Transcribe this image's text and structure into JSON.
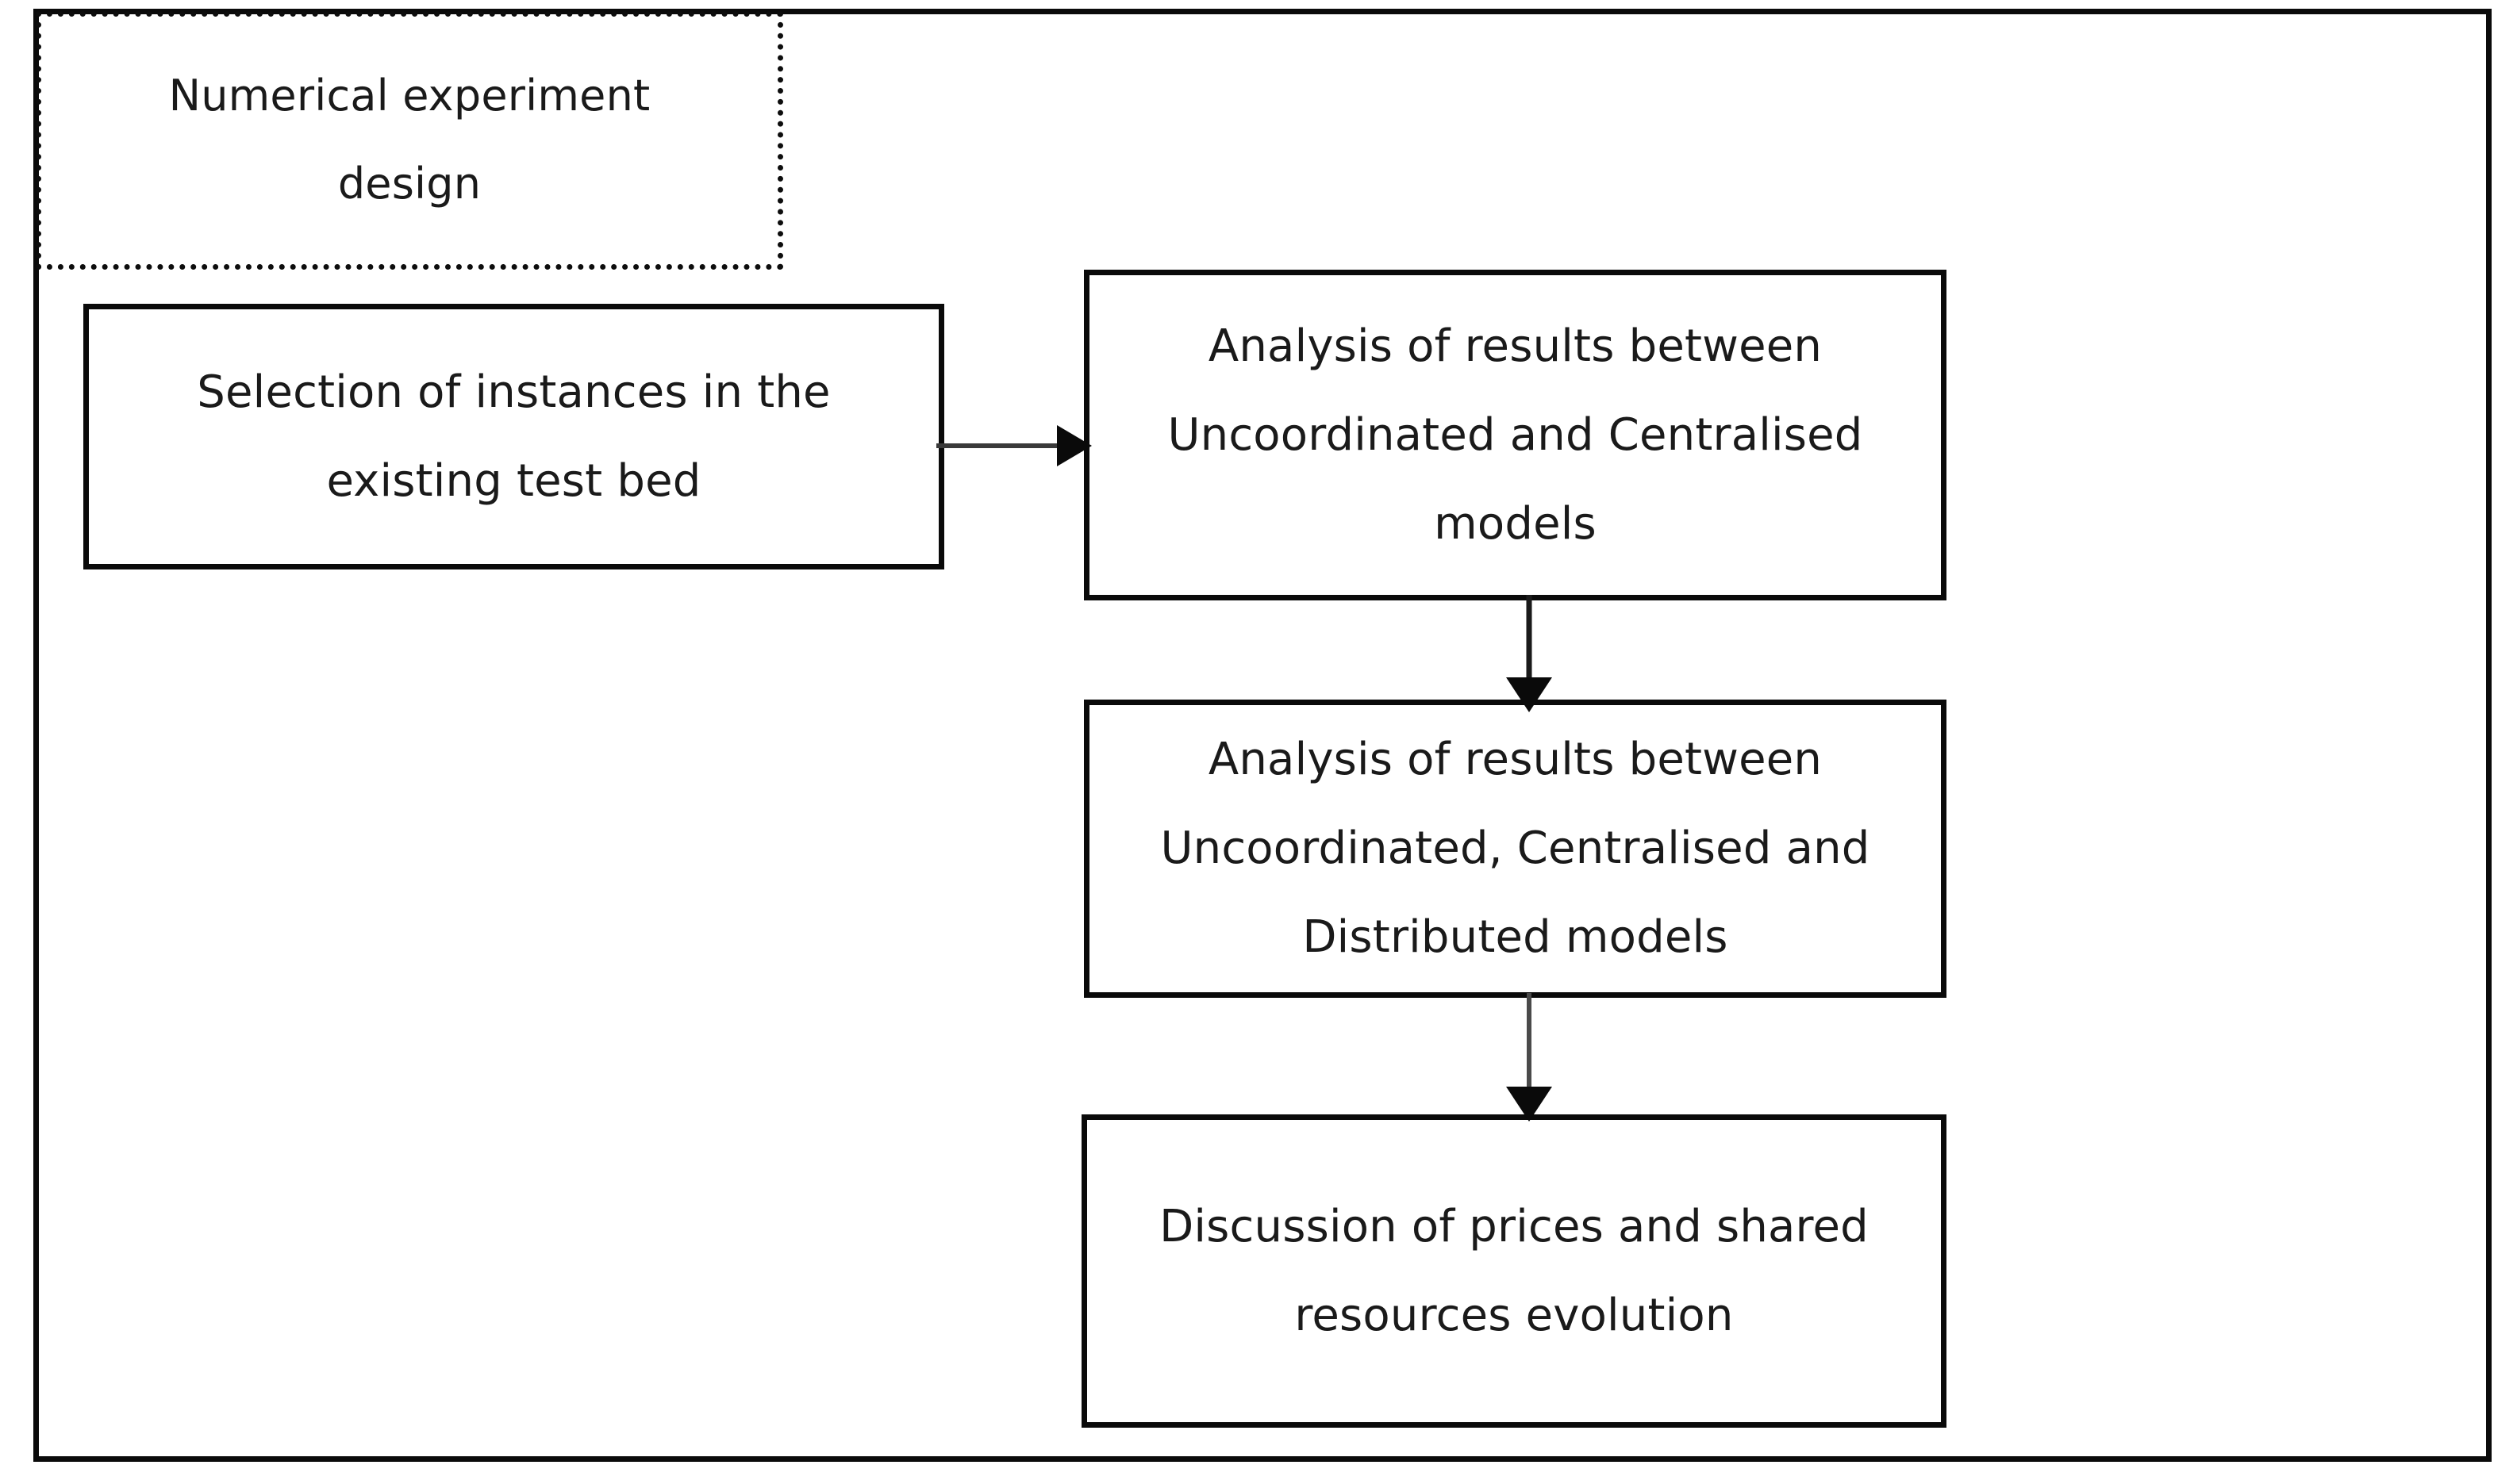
{
  "diagram": {
    "type": "flowchart",
    "title": "Numerical experiment design",
    "annotation": {
      "id": "numerical-experiment-design",
      "style": "dotted-outline",
      "line1": "Numerical experiment",
      "line2": "design"
    },
    "nodes": [
      {
        "id": "selection-of-instances",
        "style": "solid-rectangle",
        "line1": "Selection of instances in the",
        "line2": "existing test bed"
      },
      {
        "id": "analysis-uncoordinated-centralised",
        "style": "solid-rectangle",
        "line1": "Analysis of results between",
        "line2": "Uncoordinated and Centralised",
        "line3": "models"
      },
      {
        "id": "analysis-uncoordinated-centralised-distributed",
        "style": "solid-rectangle",
        "line1": "Analysis of results between",
        "line2": "Uncoordinated, Centralised and",
        "line3": "Distributed models"
      },
      {
        "id": "discussion-prices-shared-resources",
        "style": "solid-rectangle",
        "line1": "Discussion of prices and shared",
        "line2": "resources evolution"
      }
    ],
    "edges": [
      {
        "id": "selection-to-analysis-2",
        "from": "selection-of-instances",
        "to": "analysis-uncoordinated-centralised",
        "direction": "right",
        "arrowhead": "filled-triangle",
        "label": ""
      },
      {
        "id": "analysis-2-to-analysis-3",
        "from": "analysis-uncoordinated-centralised",
        "to": "analysis-uncoordinated-centralised-distributed",
        "direction": "down",
        "arrowhead": "filled-triangle",
        "label": ""
      },
      {
        "id": "analysis-3-to-discussion",
        "from": "analysis-uncoordinated-centralised-distributed",
        "to": "discussion-prices-shared-resources",
        "direction": "down",
        "arrowhead": "filled-triangle",
        "label": ""
      }
    ],
    "colors": {
      "background": "#ffffff",
      "stroke": "#0a0a0a",
      "text": "#1a1a1a",
      "connector": "#3a3a3a"
    }
  }
}
